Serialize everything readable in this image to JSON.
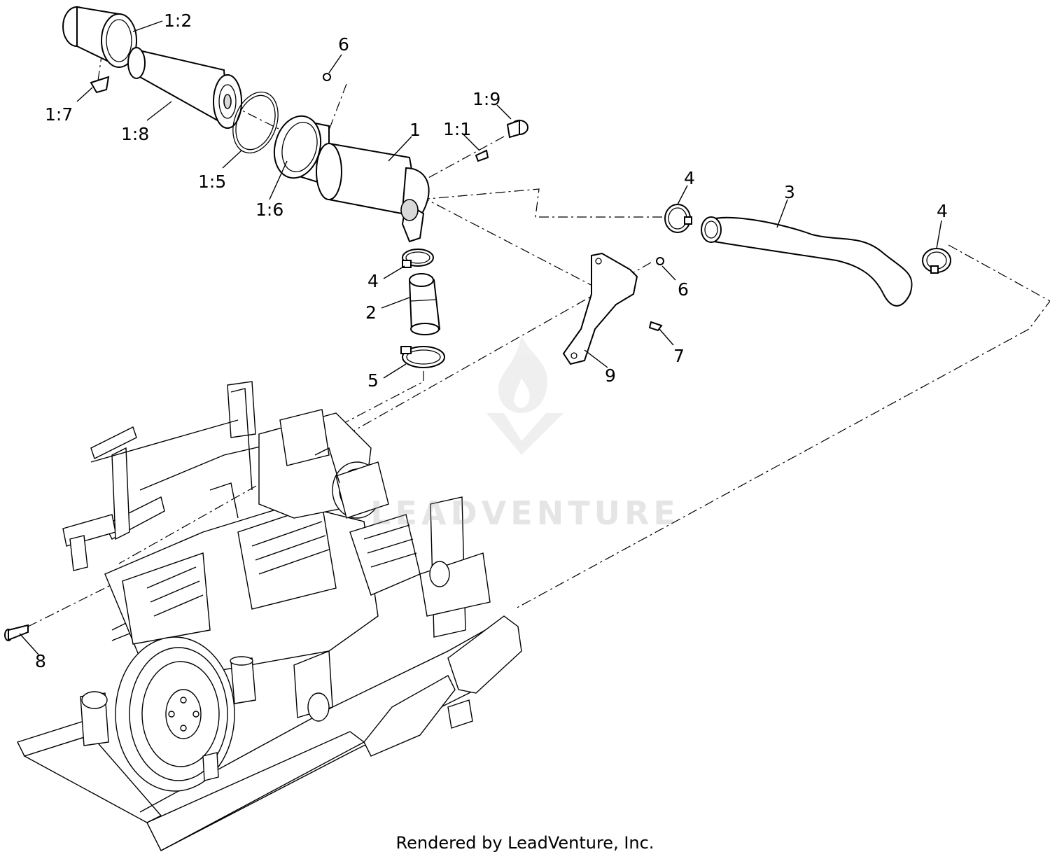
{
  "callouts": {
    "c1_2": "1:2",
    "c1_7": "1:7",
    "c1_8": "1:8",
    "c1_5": "1:5",
    "c1_6": "1:6",
    "c6_top": "6",
    "c1_9": "1:9",
    "c1_1": "1:1",
    "c1": "1",
    "c4_left": "4",
    "c3": "3",
    "c4_right": "4",
    "c4_mid": "4",
    "c2": "2",
    "c6_mid": "6",
    "c7": "7",
    "c5": "5",
    "c9": "9",
    "c8": "8"
  },
  "watermark": {
    "text": "LEADVENTURE"
  },
  "footer": {
    "text": "Rendered by LeadVenture, Inc."
  }
}
